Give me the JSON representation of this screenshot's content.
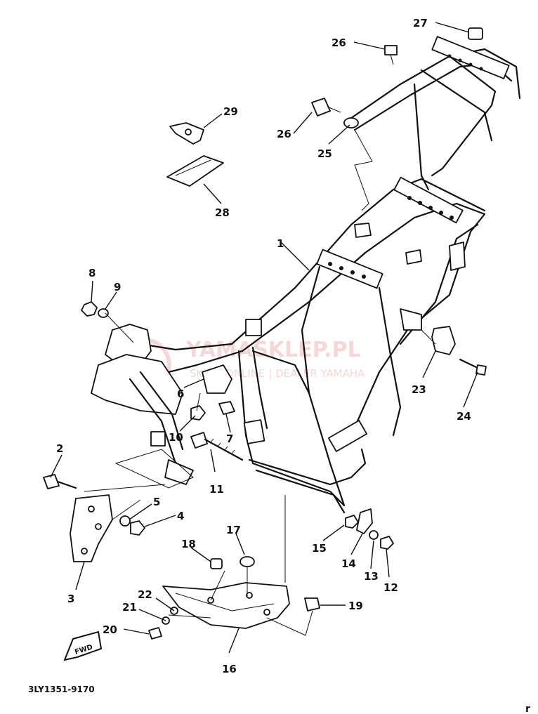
{
  "diagram": {
    "footer_code": "3LY1351-9170",
    "watermark_title": "YAMASKLEP.PL",
    "watermark_sub": "SKLEP ONLINE | DEALER YAMAHA",
    "fwd_label": "FWD",
    "corner_mark": "r"
  },
  "callouts": [
    {
      "id": "1",
      "label": "1"
    },
    {
      "id": "2",
      "label": "2"
    },
    {
      "id": "3",
      "label": "3"
    },
    {
      "id": "4",
      "label": "4"
    },
    {
      "id": "5",
      "label": "5"
    },
    {
      "id": "6",
      "label": "6"
    },
    {
      "id": "7",
      "label": "7"
    },
    {
      "id": "8",
      "label": "8"
    },
    {
      "id": "9",
      "label": "9"
    },
    {
      "id": "10",
      "label": "10"
    },
    {
      "id": "11",
      "label": "11"
    },
    {
      "id": "12",
      "label": "12"
    },
    {
      "id": "13",
      "label": "13"
    },
    {
      "id": "14",
      "label": "14"
    },
    {
      "id": "15",
      "label": "15"
    },
    {
      "id": "16",
      "label": "16"
    },
    {
      "id": "17",
      "label": "17"
    },
    {
      "id": "18",
      "label": "18"
    },
    {
      "id": "19",
      "label": "19"
    },
    {
      "id": "20",
      "label": "20"
    },
    {
      "id": "21",
      "label": "21"
    },
    {
      "id": "22",
      "label": "22"
    },
    {
      "id": "23",
      "label": "23"
    },
    {
      "id": "24",
      "label": "24"
    },
    {
      "id": "25",
      "label": "25"
    },
    {
      "id": "26a",
      "label": "26"
    },
    {
      "id": "26b",
      "label": "26"
    },
    {
      "id": "27",
      "label": "27"
    },
    {
      "id": "28",
      "label": "28"
    },
    {
      "id": "29",
      "label": "29"
    }
  ]
}
